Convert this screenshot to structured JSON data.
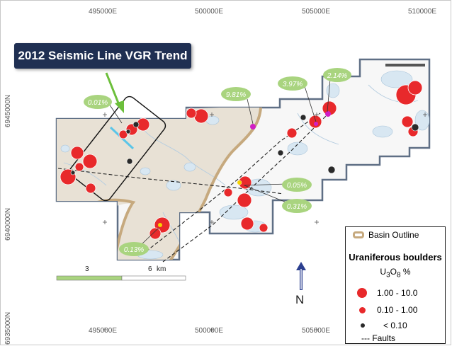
{
  "map": {
    "title": "2012 Seismic Line VGR Trend",
    "easting_ticks_top": [
      "495000E",
      "500000E",
      "505000E",
      "510000E"
    ],
    "easting_ticks_bottom": [
      "495000E",
      "500000E",
      "505000E"
    ],
    "northing_ticks": [
      "6945000N",
      "6940000N",
      "6935000N"
    ],
    "grade_labels": [
      "0.01%",
      "9.81%",
      "3.97%",
      "2.14%",
      "0.05%",
      "0.31%",
      "0.13%"
    ],
    "scale_bar": {
      "labels": [
        "3",
        "6",
        "km"
      ]
    },
    "north_arrow": {
      "label": "N"
    },
    "colors": {
      "basin_fill": "#e8e1d5",
      "basin_outline": "#c6a97e",
      "water": "#dbe9f3",
      "boulder_high": "#e8292b",
      "boulder_mid": "#e8292b",
      "boulder_low": "#2a2a2a",
      "trend_line": "#5bc5e8",
      "arrow": "#6cbf3b",
      "label_bubble": "#a9d47f",
      "title_box": "#1f2f52"
    }
  },
  "legend": {
    "basin_label": "Basin Outline",
    "heading": "Uraniferous boulders",
    "unit": "U3O8 %",
    "classes": [
      {
        "label": "1.00 - 10.0"
      },
      {
        "label": "0.10 - 1.00"
      },
      {
        "label": "< 0.10"
      }
    ],
    "faults_label": "--- Faults"
  }
}
